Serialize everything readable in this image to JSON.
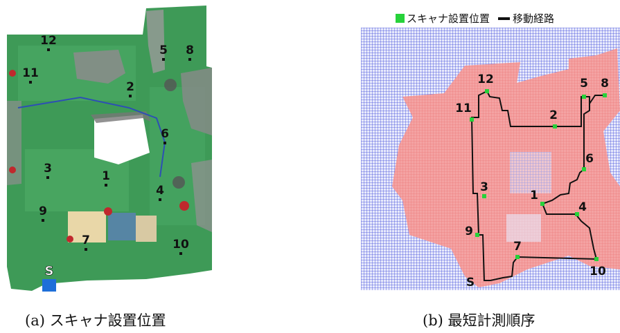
{
  "panel_a": {
    "caption": "(a) スキャナ設置位置",
    "start_label": "S",
    "points": [
      {
        "label": "12"
      },
      {
        "label": "11"
      },
      {
        "label": "5"
      },
      {
        "label": "8"
      },
      {
        "label": "2"
      },
      {
        "label": "6"
      },
      {
        "label": "3"
      },
      {
        "label": "1"
      },
      {
        "label": "4"
      },
      {
        "label": "9"
      },
      {
        "label": "7"
      },
      {
        "label": "10"
      }
    ]
  },
  "panel_b": {
    "caption": "(b) 最短計測順序",
    "legend": {
      "scanner_position": "スキャナ設置位置",
      "movement_path": "移動経路"
    },
    "start_label": "S",
    "points": [
      {
        "label": "12"
      },
      {
        "label": "5"
      },
      {
        "label": "8"
      },
      {
        "label": "11"
      },
      {
        "label": "2"
      },
      {
        "label": "6"
      },
      {
        "label": "3"
      },
      {
        "label": "1"
      },
      {
        "label": "4"
      },
      {
        "label": "9"
      },
      {
        "label": "7"
      },
      {
        "label": "10"
      }
    ]
  },
  "colors": {
    "floor_green": "#3e9a57",
    "grid_blue": "#3a44d8",
    "free_red": "#f08a8a",
    "scanner_green": "#27d23a",
    "path_black": "#111111",
    "start_blue": "#1e6fd9"
  }
}
